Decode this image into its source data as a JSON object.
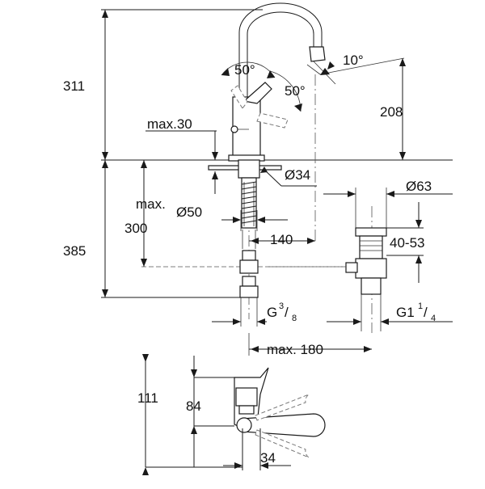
{
  "diagram": {
    "dimensions": {
      "total_height": "311",
      "spout_height": "208",
      "angle_top": "10°",
      "lever_angle_left": "50°",
      "lever_angle_right": "50°",
      "max_thickness": "max.30",
      "hole_diameter": "Ø34",
      "waste_diameter": "Ø63",
      "max_depth_line1": "max.",
      "max_depth_line2": "300",
      "base_diameter": "Ø50",
      "spout_reach": "140",
      "waste_height": "40-53",
      "below_height": "385",
      "connection_left": {
        "main": "G",
        "num": "3",
        "slash": "/",
        "den": "8"
      },
      "connection_right": {
        "main": "G1",
        "num": "1",
        "slash": "/",
        "den": "4"
      },
      "max_reach": "max. 180",
      "plan_total": "111",
      "plan_body": "84",
      "plan_width": "34"
    }
  }
}
